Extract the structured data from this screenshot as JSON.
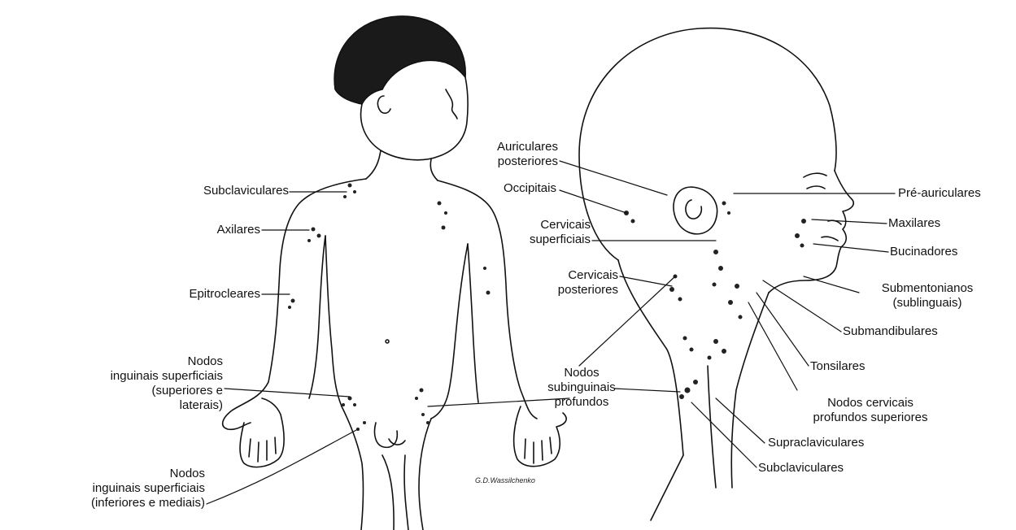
{
  "figure": {
    "labels": {
      "subclaviculares": "Subclaviculares",
      "axilares": "Axilares",
      "epitrocleares": "Epitrocleares",
      "nodos_inguinais_superiores": "Nodos\ninguinais superficiais\n(superiores e\nlaterais)",
      "nodos_inguinais_inferiores": "Nodos\ninguinais superficiais\n(inferiores e mediais)",
      "auriculares_posteriores": "Auriculares\nposteriores",
      "occipitais": "Occipitais",
      "cervicais_superficiais": "Cervicais\nsuperficiais",
      "cervicais_posteriores": "Cervicais\nposteriores",
      "nodos_subinguinais": "Nodos\nsubinguinais\nprofundos",
      "pre_auriculares": "Pré-auriculares",
      "maxilares": "Maxilares",
      "bucinadores": "Bucinadores",
      "submentonianos": "Submentonianos\n(sublinguais)",
      "submandibulares": "Submandibulares",
      "tonsilares": "Tonsilares",
      "nodos_cervicais_profundos": "Nodos cervicais\nprofundos superiores",
      "supraclaviculares": "Supraclaviculares",
      "subclaviculares_head": "Subclaviculares"
    },
    "signature": "G.D.Wassilchenko"
  }
}
